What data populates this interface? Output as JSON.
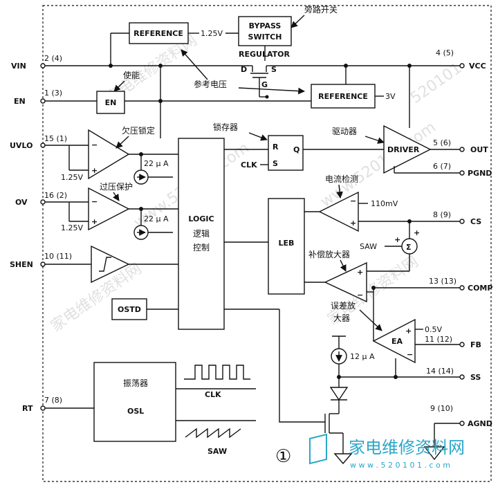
{
  "labels": {
    "title": "",
    "pins": {
      "vin": "VIN",
      "en": "EN",
      "uvlo": "UVLO",
      "ov": "OV",
      "shen": "SHEN",
      "rt": "RT",
      "vcc": "VCC",
      "out": "OUT",
      "pgnd": "PGND",
      "cs": "CS",
      "comp": "COMP",
      "fb": "FB",
      "ss": "SS",
      "agnd": "AGND"
    },
    "pin_numbers": {
      "vin": "2 (4)",
      "en": "1 (3)",
      "uvlo": "15 (1)",
      "ov": "16 (2)",
      "shen": "10 (11)",
      "rt": "7 (8)",
      "vcc": "4 (5)",
      "out": "5 (6)",
      "pgnd": "6 (7)",
      "cs": "8 (9)",
      "comp": "13 (13)",
      "fb": "11 (12)",
      "ss": "14 (14)",
      "agnd": "9 (10)"
    },
    "blocks": {
      "reference_top": "REFERENCE",
      "ref_voltage": "1.25V",
      "bypass_line1": "BYPASS",
      "bypass_line2": "SWITCH",
      "regulator": "REGULATOR",
      "reg_d": "D",
      "reg_s": "S",
      "reg_g": "G",
      "en_block": "EN",
      "reference_mid": "REFERENCE",
      "ref_3v": "3V",
      "latch_r": "R",
      "latch_s": "S",
      "latch_q": "Q",
      "latch_clk": "CLK",
      "driver": "DRIVER",
      "logic": "LOGIC",
      "logic_cn1": "逻辑",
      "logic_cn2": "控制",
      "leb": "LEB",
      "ostd": "OSTD",
      "osc_cn": "振荡器",
      "osc": "OSL",
      "clk": "CLK",
      "saw": "SAW",
      "saw_in": "SAW",
      "ea": "EA",
      "uvlo_ref": "1.25V",
      "ov_ref": "1.25V",
      "i_uvlo": "22 μ A",
      "i_ov": "22 μ A",
      "i_ss": "12 μ A",
      "cs_ref": "110mV",
      "ea_ref": "0.5V",
      "circled_one": "①"
    },
    "annotations": {
      "bypass": "旁路开关",
      "enable": "使能",
      "ref_voltage": "参考电压",
      "uvlo": "欠压锁定",
      "latch": "锁存器",
      "driver": "驱动器",
      "ovp": "过压保护",
      "current_detect": "电流检测",
      "comp_amp": "补偿放大器",
      "err_amp_1": "误差放",
      "err_amp_2": "大器"
    },
    "watermarks": [
      "家电维修资料网",
      "www.520101.com",
      "家电维修资料网",
      "www.520101.com",
      "家电维修资料网",
      "520101"
    ],
    "footer_logo": "家电维修资料网",
    "footer_url": "w w w . 5 2 0 1 0 1 . c o m"
  }
}
